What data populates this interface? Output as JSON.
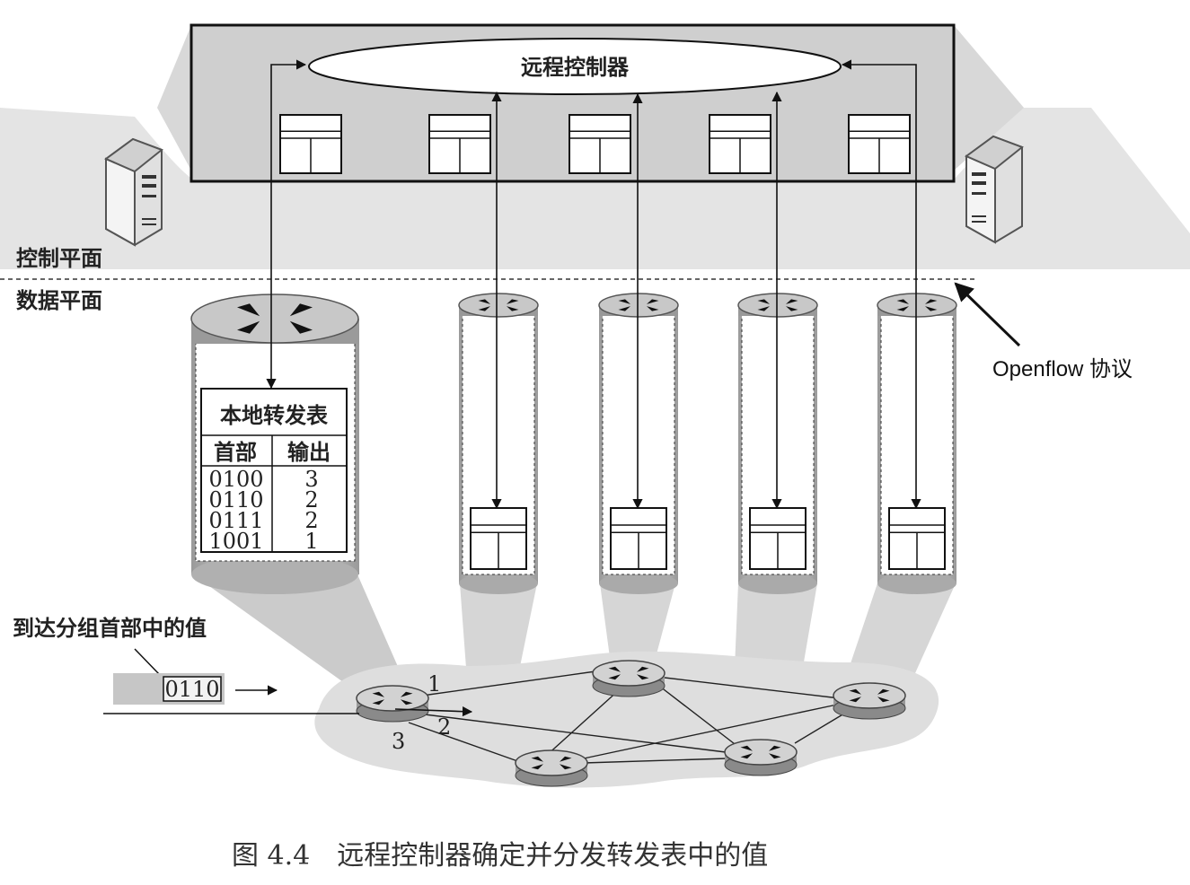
{
  "controller": {
    "label": "远程控制器"
  },
  "planes": {
    "control": "控制平面",
    "data": "数据平面"
  },
  "protocol_label": "Openflow 协议",
  "forwarding_table": {
    "title": "本地转发表",
    "headers": [
      "首部",
      "输出"
    ],
    "rows": [
      [
        "0100",
        "3"
      ],
      [
        "0110",
        "2"
      ],
      [
        "0111",
        "2"
      ],
      [
        "1001",
        "1"
      ]
    ]
  },
  "packet": {
    "label": "到达分组首部中的值",
    "value": "0110"
  },
  "ports": [
    "1",
    "2",
    "3"
  ],
  "caption": "图 4.4　远程控制器确定并分发转发表中的值"
}
